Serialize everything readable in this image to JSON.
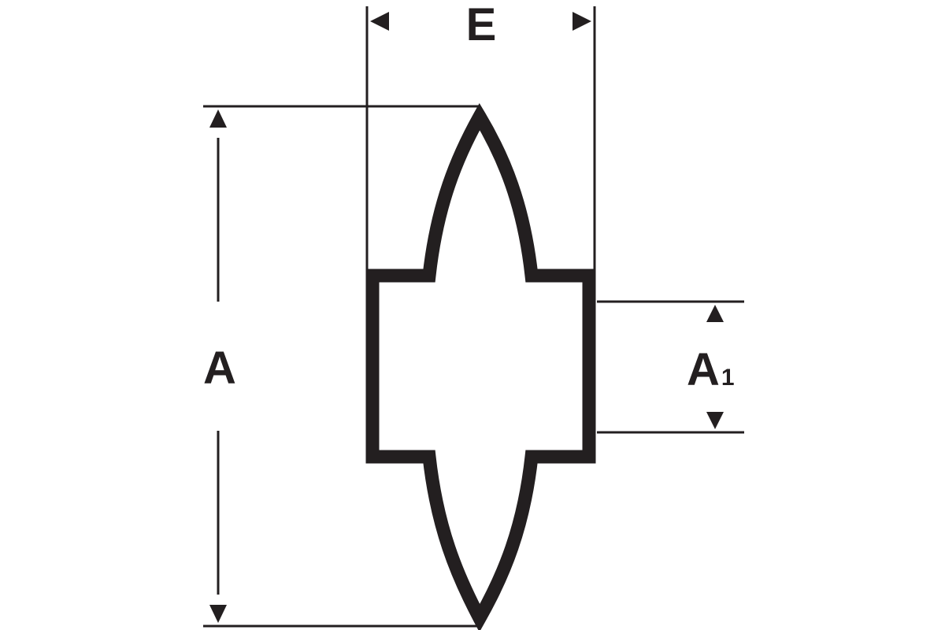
{
  "colors": {
    "ink": "#231f20",
    "background": "#ffffff"
  },
  "labels": {
    "width": "E",
    "height": "A",
    "inner_height_main": "A",
    "inner_height_sub": "1"
  }
}
